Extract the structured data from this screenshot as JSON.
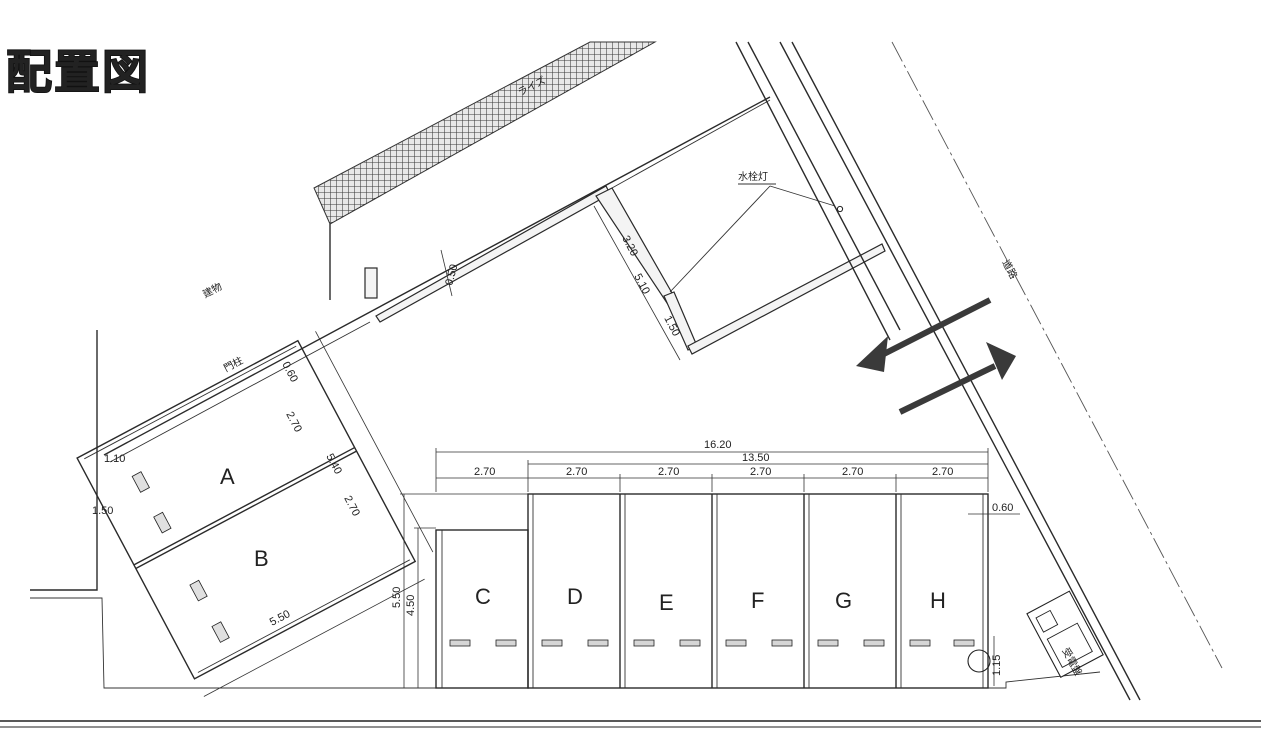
{
  "title": "配置図",
  "labels": {
    "building": "建物",
    "road": "道路",
    "water": "水栓灯",
    "gate": "門柱",
    "meter": "受電盤",
    "green_zone": "ライズ"
  },
  "bays": [
    "A",
    "B",
    "C",
    "D",
    "E",
    "F",
    "G",
    "H"
  ],
  "dims": {
    "total_width": "16.20",
    "inner_width": "13.50",
    "bay_width": "2.70",
    "depth_outer": "5.50",
    "depth_inner": "4.50",
    "side_gap": "0.60",
    "end_depth": "1.15",
    "ab_width": "5.50",
    "ab_depth": "5.40",
    "ab_bay": "2.70",
    "ab_top": "1.10",
    "ab_side": "1.50",
    "ab_offset": "0.60",
    "wall_gap": "0.50",
    "ne_a": "3.20",
    "ne_b": "5.10",
    "ne_c": "1.50"
  },
  "colors": {
    "line": "#2a2a2a",
    "arrow": "#3a3a3a",
    "hatch": "#555555"
  }
}
